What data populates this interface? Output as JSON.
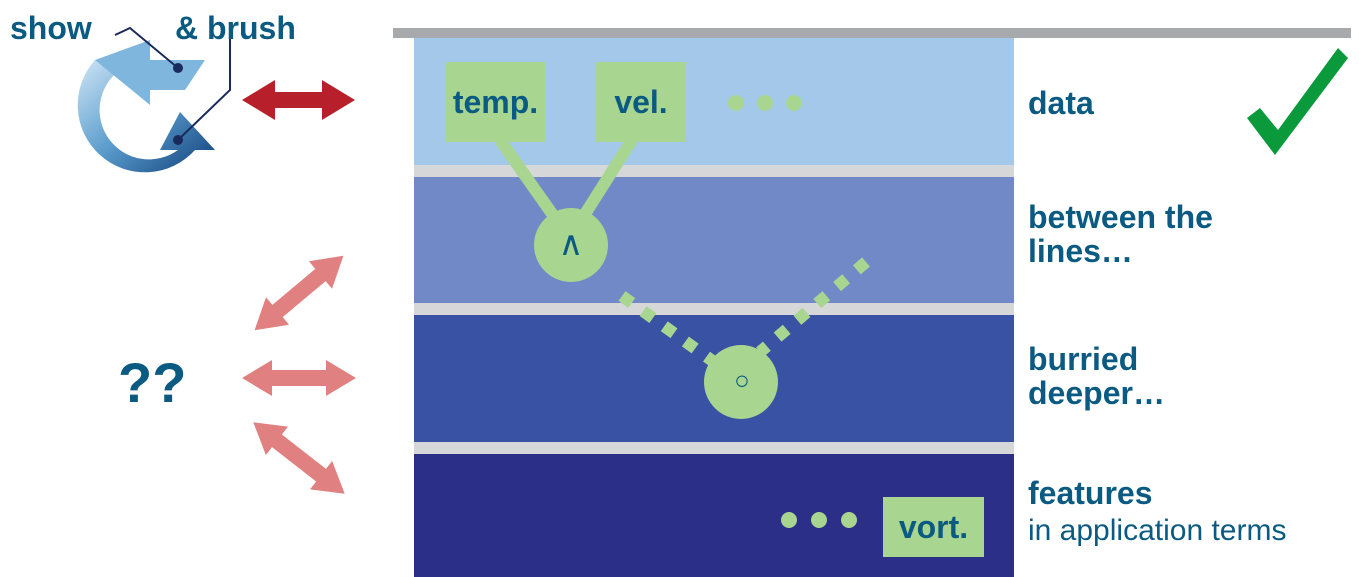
{
  "top_labels": {
    "show": "show",
    "brush": "& brush"
  },
  "layers": [
    {
      "id": "data",
      "title": "data",
      "subtitle": "",
      "color": "#a4c8ea"
    },
    {
      "id": "between",
      "title": "between the lines…",
      "subtitle": "",
      "color": "#7289c7"
    },
    {
      "id": "burried",
      "title": "burried deeper…",
      "subtitle": "",
      "color": "#3a52a4"
    },
    {
      "id": "features",
      "title": "features",
      "subtitle": "in application terms",
      "color": "#2b2f87"
    }
  ],
  "nodes": {
    "temp": "temp.",
    "vel": "vel.",
    "vort": "vort.",
    "and_symbol": "∧",
    "circle_symbol": "○",
    "ellipsis": "• • •"
  },
  "question": "??",
  "colors": {
    "accent_green": "#a8d58f",
    "text_blue": "#0b5a82",
    "arrow_red": "#b71f2b",
    "arrow_pink": "#e08080",
    "check_green": "#0a9a3c"
  },
  "icons": [
    "cycle-arrows-icon",
    "double-arrow-icon",
    "checkmark-icon"
  ]
}
